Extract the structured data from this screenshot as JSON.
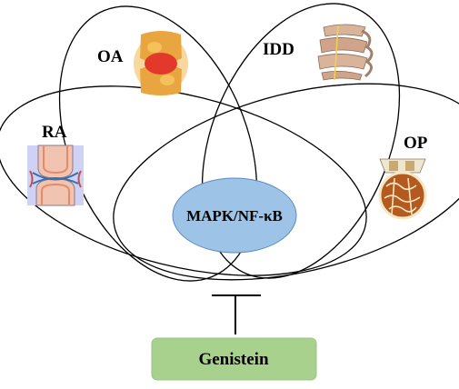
{
  "diagram": {
    "sets": [
      {
        "id": "ra",
        "label": "RA",
        "icon": "ra-joint-icon"
      },
      {
        "id": "oa",
        "label": "OA",
        "icon": "oa-joint-icon"
      },
      {
        "id": "idd",
        "label": "IDD",
        "icon": "spine-icon"
      },
      {
        "id": "op",
        "label": "OP",
        "icon": "bone-trabecular-icon"
      }
    ],
    "center": {
      "label": "MAPK/NF-κB",
      "fill": "#9dc3e6",
      "stroke": "#5b8bc1"
    },
    "inhibitor": {
      "label": "Genistein",
      "fill": "#a9d18e",
      "stroke": "#9dc38a"
    },
    "colors": {
      "outline": "#000000",
      "background": "#ffffff"
    }
  }
}
